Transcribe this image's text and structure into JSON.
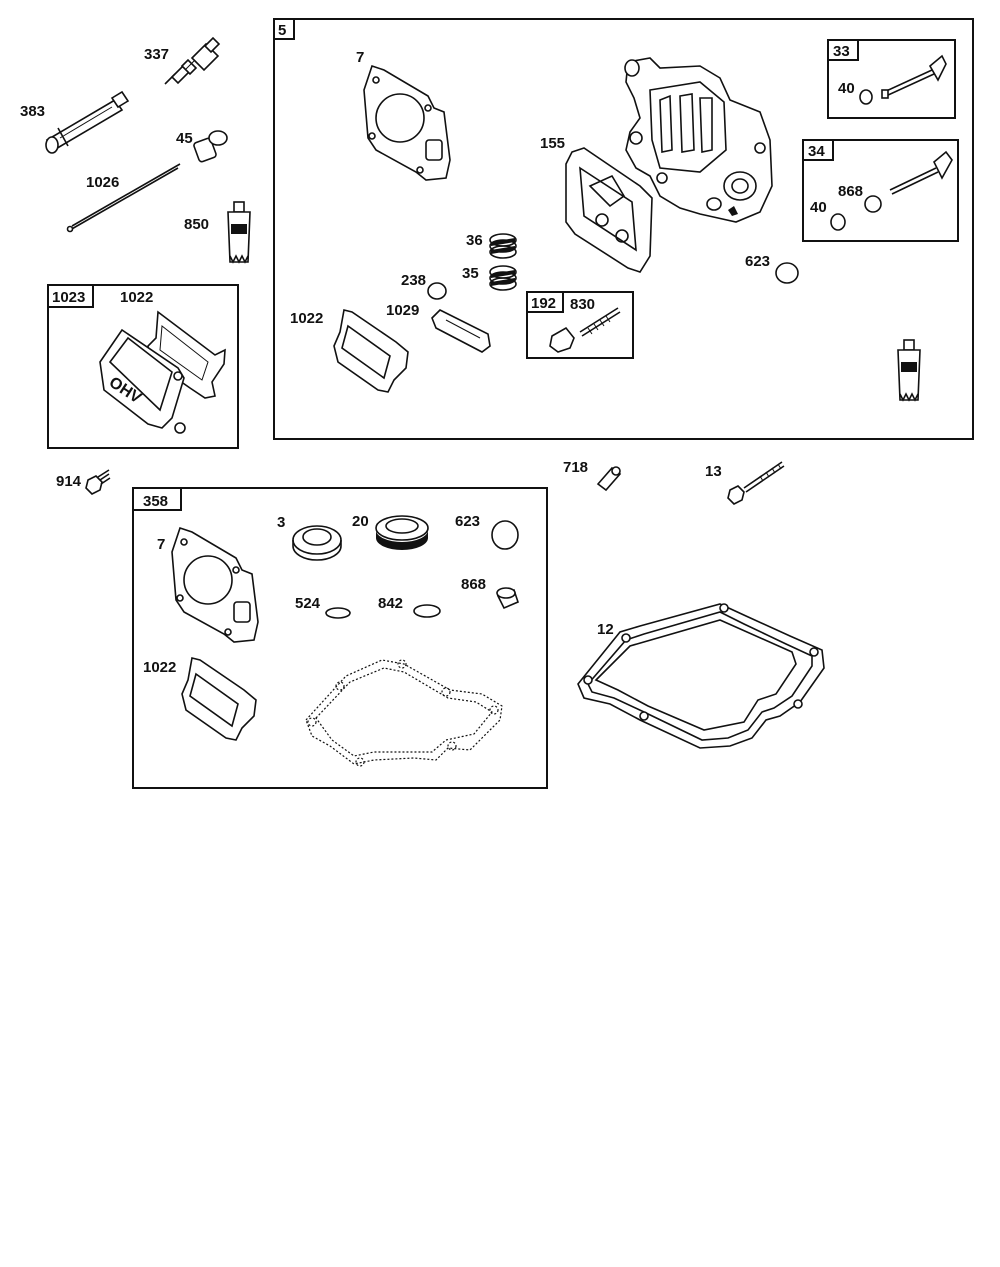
{
  "diagram": {
    "kit_boxes": {
      "box_5": "5",
      "box_33": "33",
      "box_34": "34",
      "box_192": "192",
      "box_1023": "1023",
      "box_358": "358"
    },
    "callouts": {
      "c337": "337",
      "c383": "383",
      "c45": "45",
      "c1026": "1026",
      "c850": "850",
      "c1022_kit1023": "1022",
      "c914": "914",
      "c7_head": "7",
      "c155": "155",
      "c36": "36",
      "c35": "35",
      "c238": "238",
      "c1029": "1029",
      "c1022_head": "1022",
      "c623_head": "623",
      "c40_33": "40",
      "c40_34": "40",
      "c868_34": "868",
      "c830": "830",
      "c718": "718",
      "c13": "13",
      "c7_358": "7",
      "c3": "3",
      "c20": "20",
      "c623_358": "623",
      "c524": "524",
      "c842": "842",
      "c868_358": "868",
      "c1022_358": "1022",
      "c12": "12"
    },
    "logo_text": "OHV"
  }
}
